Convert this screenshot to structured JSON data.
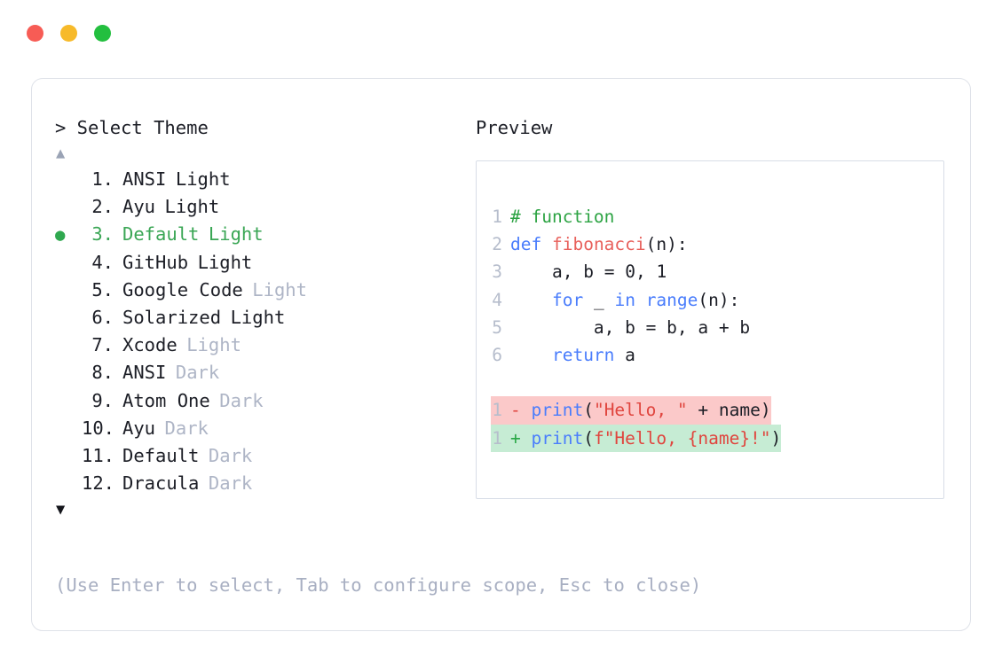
{
  "window": {
    "traffic_lights": [
      {
        "name": "close-dot",
        "color": "#f75c55"
      },
      {
        "name": "minimize-dot",
        "color": "#f7ba2a"
      },
      {
        "name": "maximize-dot",
        "color": "#23bf3f"
      }
    ]
  },
  "left_panel": {
    "prompt": "> Select Theme",
    "scroll_up": "▲",
    "scroll_down": "▼",
    "selected_index": 3,
    "bullet": "●",
    "items": [
      {
        "num": "1.",
        "name": "ANSI",
        "suffix": "Light",
        "suffix_muted": false,
        "selected": false
      },
      {
        "num": "2.",
        "name": "Ayu",
        "suffix": "Light",
        "suffix_muted": false,
        "selected": false
      },
      {
        "num": "3.",
        "name": "Default",
        "suffix": "Light",
        "suffix_muted": false,
        "selected": true
      },
      {
        "num": "4.",
        "name": "GitHub",
        "suffix": "Light",
        "suffix_muted": false,
        "selected": false
      },
      {
        "num": "5.",
        "name": "Google Code",
        "suffix": "Light",
        "suffix_muted": true,
        "selected": false
      },
      {
        "num": "6.",
        "name": "Solarized",
        "suffix": "Light",
        "suffix_muted": false,
        "selected": false
      },
      {
        "num": "7.",
        "name": "Xcode",
        "suffix": "Light",
        "suffix_muted": true,
        "selected": false
      },
      {
        "num": "8.",
        "name": "ANSI",
        "suffix": "Dark",
        "suffix_muted": true,
        "selected": false
      },
      {
        "num": "9.",
        "name": "Atom One",
        "suffix": "Dark",
        "suffix_muted": true,
        "selected": false
      },
      {
        "num": "10.",
        "name": "Ayu",
        "suffix": "Dark",
        "suffix_muted": true,
        "selected": false
      },
      {
        "num": "11.",
        "name": "Default",
        "suffix": "Dark",
        "suffix_muted": true,
        "selected": false
      },
      {
        "num": "12.",
        "name": "Dracula",
        "suffix": "Dark",
        "suffix_muted": true,
        "selected": false
      }
    ],
    "hint": "(Use Enter to select, Tab to configure scope, Esc to close)"
  },
  "right_panel": {
    "label": "Preview",
    "code_lines": [
      {
        "ln": "1",
        "text": "# function"
      },
      {
        "ln": "2",
        "text": "def fibonacci(n):"
      },
      {
        "ln": "3",
        "text": "    a, b = 0, 1"
      },
      {
        "ln": "4",
        "text": "    for _ in range(n):"
      },
      {
        "ln": "5",
        "text": "        a, b = b, a + b"
      },
      {
        "ln": "6",
        "text": "    return a"
      }
    ],
    "diff": [
      {
        "ln": "1",
        "sign": "-",
        "text": "print(\"Hello, \" + name)",
        "kind": "deletion"
      },
      {
        "ln": "1",
        "sign": "+",
        "text": "print(f\"Hello, {name}!\")",
        "kind": "addition"
      }
    ]
  },
  "colors": {
    "comment": "#2ca343",
    "keyword": "#4a7dfc",
    "function": "#e8615c",
    "string": "#e0453e",
    "selected": "#3aa655",
    "muted": "#aeb5c6",
    "diff_del_bg": "#fbc9c9",
    "diff_add_bg": "#c6ecd4"
  }
}
